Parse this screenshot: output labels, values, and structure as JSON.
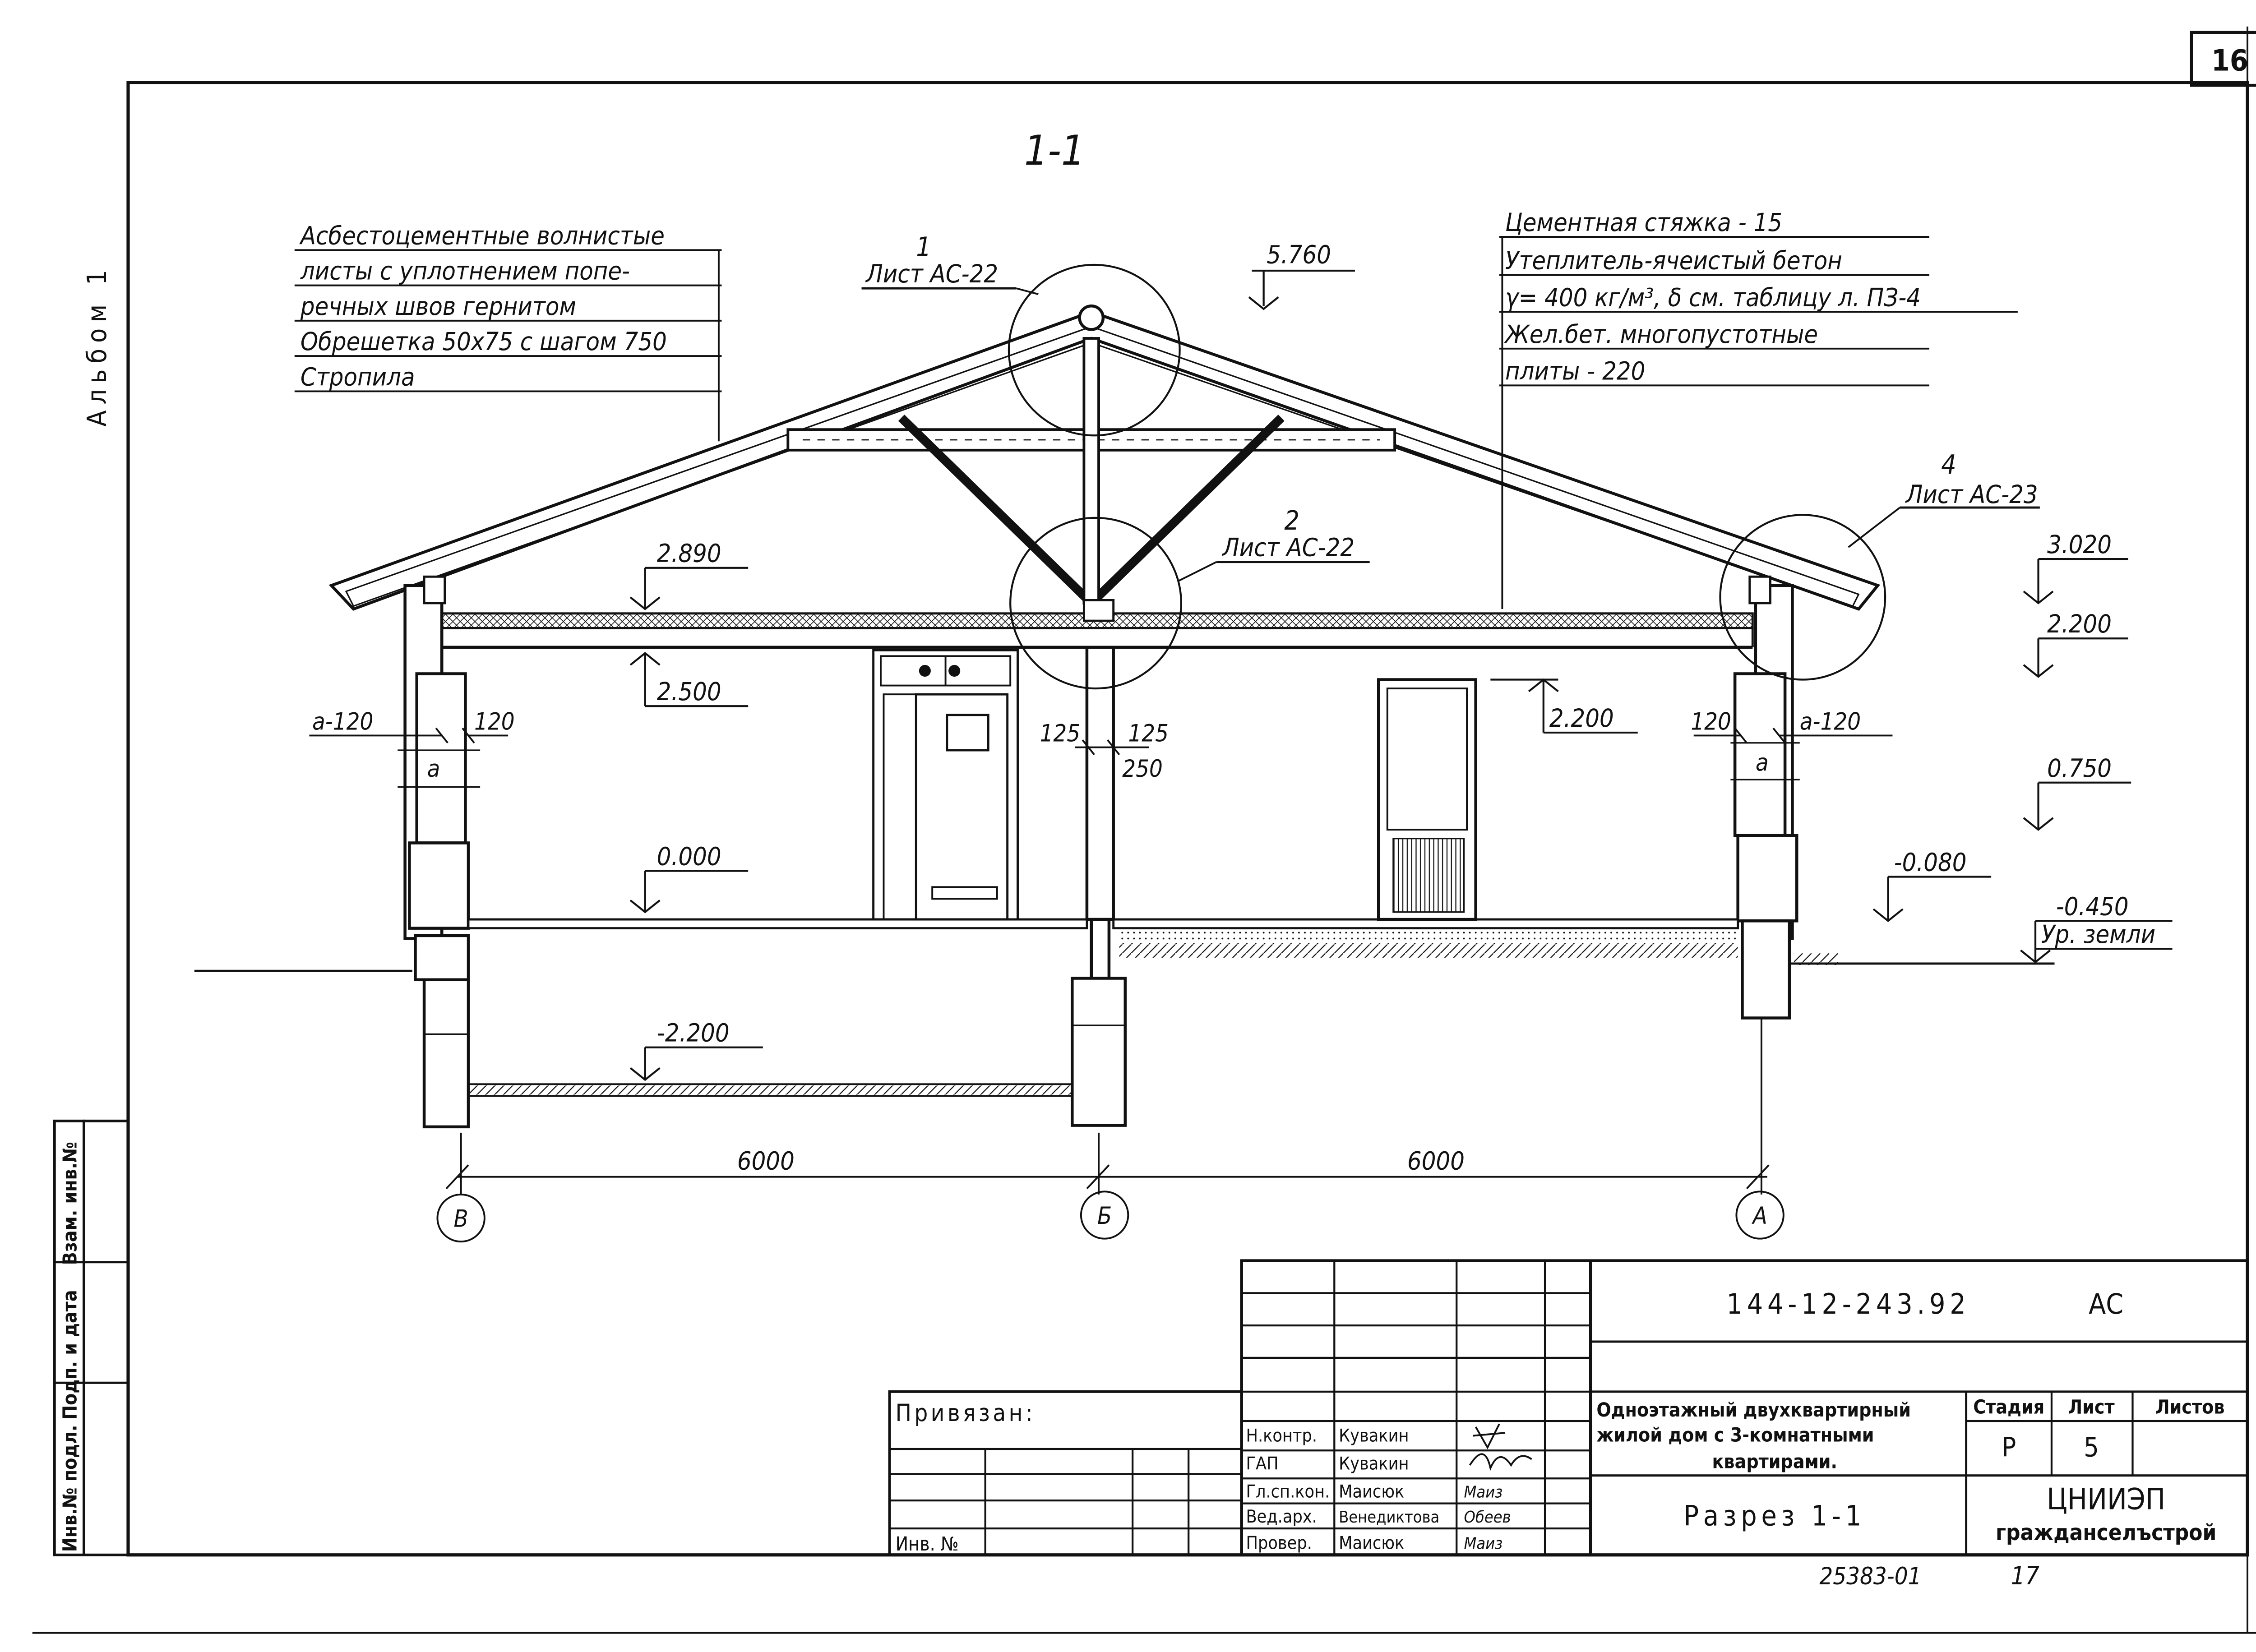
{
  "sheet_number": "16",
  "album_label": "Альбом 1",
  "section_title": "1-1",
  "callouts": [
    {
      "number": "1",
      "sheet": "Лист АС-22"
    },
    {
      "number": "2",
      "sheet": "Лист АС-22"
    },
    {
      "number": "4",
      "sheet": "Лист АС-23"
    }
  ],
  "roof_layers_left": [
    "Асбестоцементные волнистые",
    "листы с уплотнением попе-",
    "речных швов гернитом",
    "Обрешетка 50x75 с шагом 750",
    "Стропила"
  ],
  "roof_layers_right": [
    "Цементная стяжка - 15",
    "Утеплитель-ячеистый бетон",
    "γ= 400 кг/м³, δ см. таблицу л. ПЗ-4",
    "Жел.бет. многопустотные",
    "плиты - 220"
  ],
  "elevations": {
    "ridge": "5.760",
    "ceiling": "2.890",
    "ceiling_under": "2.500",
    "door_head": "2.200",
    "floor": "0.000",
    "basement": "-2.200",
    "eave": "3.020",
    "right_2200": "2.200",
    "sill": "0.750",
    "ground_floor_out": "-0.080",
    "ground_level": "-0.450",
    "ground_label": "Ур. земли"
  },
  "wall_dims": {
    "left_a": "а-120",
    "left_120": "120",
    "left_letter": "а",
    "mid_125a": "125",
    "mid_125b": "125",
    "mid_250": "250",
    "right_120": "120",
    "right_a": "а-120",
    "right_letter": "а"
  },
  "spans": [
    "6000",
    "6000"
  ],
  "axes": [
    "В",
    "Б",
    "А"
  ],
  "left_strip": [
    "Инв.№ подл.",
    "Подп. и дата",
    "Взам. инв.№"
  ],
  "title_block": {
    "doc_code": "144-12-243.92",
    "mark": "АС",
    "project_name_1": "Одноэтажный двухквартирный",
    "project_name_2": "жилой дом с 3-комнатными",
    "project_name_3": "квартирами.",
    "sheet_title": "Разрез 1-1",
    "stage_header": "Стадия",
    "sheet_header": "Лист",
    "sheets_header": "Листов",
    "stage": "Р",
    "sheet": "5",
    "org_1": "ЦНИИЭП",
    "org_2": "гражданселъстрой",
    "bound_label": "Привязан:",
    "inv_label": "Инв. №",
    "staff": [
      {
        "role": "Н.контр.",
        "name": "Кувакин",
        "sign": ""
      },
      {
        "role": "ГАП",
        "name": "Кувакин",
        "sign": ""
      },
      {
        "role": "Гл.сп.кон.",
        "name": "Маисюк",
        "sign": "Маиз"
      },
      {
        "role": "Вед.арх.",
        "name": "Венедиктова",
        "sign": "Обеев"
      },
      {
        "role": "Провер.",
        "name": "Маисюк",
        "sign": "Маиз"
      }
    ]
  },
  "footer_code": "25383-01",
  "footer_page": "17"
}
